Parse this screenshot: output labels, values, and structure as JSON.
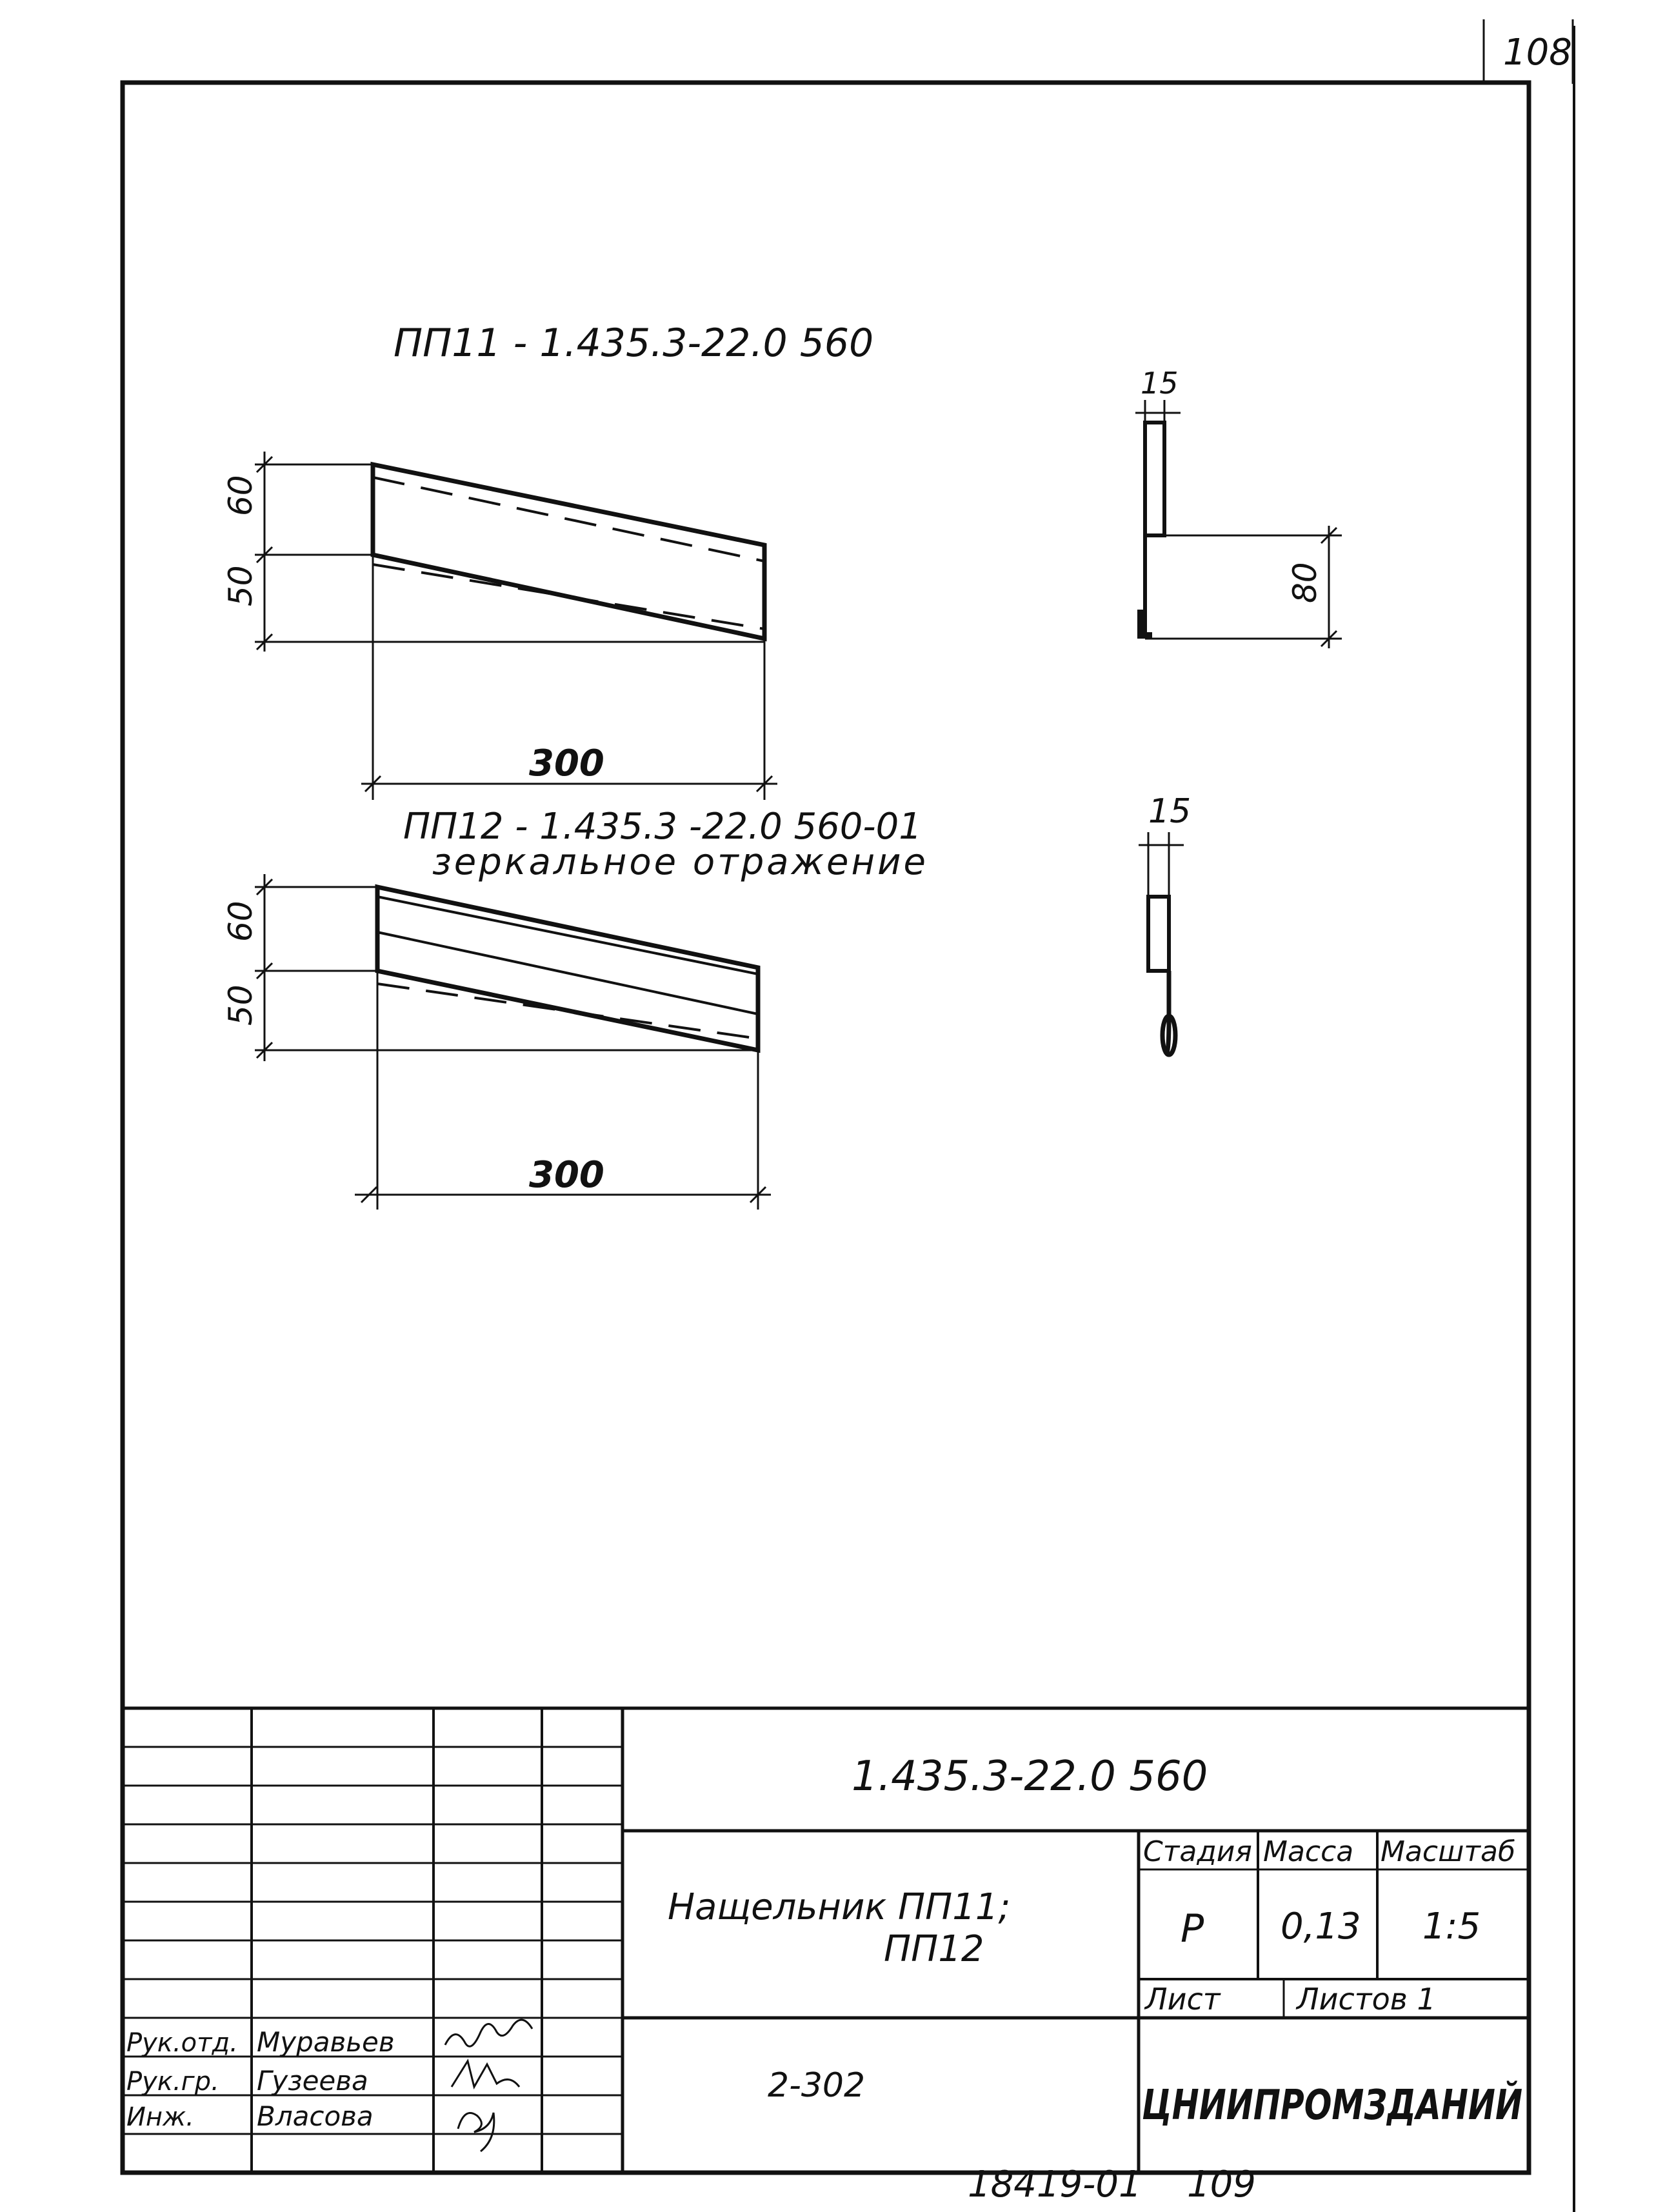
{
  "page_number_top": "108",
  "page_number_bottom": "109",
  "archive_number": "18419-01",
  "part1": {
    "title": "ПП11 - 1.435.3-22.0 560",
    "dim_top": "60",
    "dim_bottom": "50",
    "dim_length": "300",
    "section_width": "15",
    "section_height": "80"
  },
  "part2": {
    "title": "ПП12 - 1.435.3 -22.0 560-01",
    "subtitle": "зеркальное отражение",
    "dim_top": "60",
    "dim_bottom": "50",
    "dim_length": "300",
    "section_width": "15"
  },
  "title_block": {
    "document_code": "1.435.3-22.0 560",
    "item_name_line1": "Нащельник ПП11;",
    "item_name_line2": "ПП12",
    "stage_header": "Стадия",
    "mass_header": "Масса",
    "scale_header": "Масштаб",
    "stage": "Р",
    "mass": "0,13",
    "scale": "1:5",
    "sheet_label": "Лист",
    "sheets_label": "Листов 1",
    "organization": "ЦНИИПРОМЗДАНИЙ",
    "album_code": "2-302",
    "signers": [
      {
        "role": "Рук.отд.",
        "name": "Муравьев"
      },
      {
        "role": "Рук.гр.",
        "name": "Гузеева"
      },
      {
        "role": "Инж.",
        "name": "Власова"
      }
    ]
  }
}
